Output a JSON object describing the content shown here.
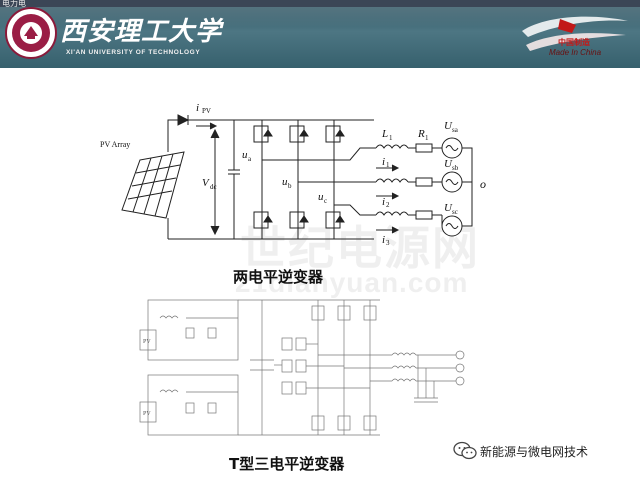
{
  "top_strip": {
    "label": "电力电"
  },
  "header": {
    "school_name_cn": "西安理工大学",
    "school_name_en": "XI'AN UNIVERSITY OF TECHNOLOGY",
    "badge_cn": "中国制造",
    "badge_en": "Made In China"
  },
  "watermark": {
    "main": "世纪电源网",
    "sub": "21dianyuan.com"
  },
  "figure1": {
    "caption": "两电平逆变器",
    "labels": {
      "pv_array": "PV Array",
      "ipv": "i",
      "ipv_sub": "PV",
      "vdc": "V",
      "vdc_sub": "dc",
      "ua": "u",
      "ua_sub": "a",
      "ub": "u",
      "ub_sub": "b",
      "uc": "u",
      "uc_sub": "c",
      "L": "L",
      "L_sub": "1",
      "R": "R",
      "R_sub": "1",
      "i1": "i",
      "i1_sub": "1",
      "i2": "i",
      "i2_sub": "2",
      "i3": "i",
      "i3_sub": "3",
      "Usa": "U",
      "Usa_sub": "sa",
      "Usb": "U",
      "Usb_sub": "sb",
      "Usc": "U",
      "Usc_sub": "sc",
      "o": "o"
    }
  },
  "figure2": {
    "caption": "T型三电平逆变器",
    "pv_label": "PV"
  },
  "footer": {
    "text": "新能源与微电网技术"
  }
}
